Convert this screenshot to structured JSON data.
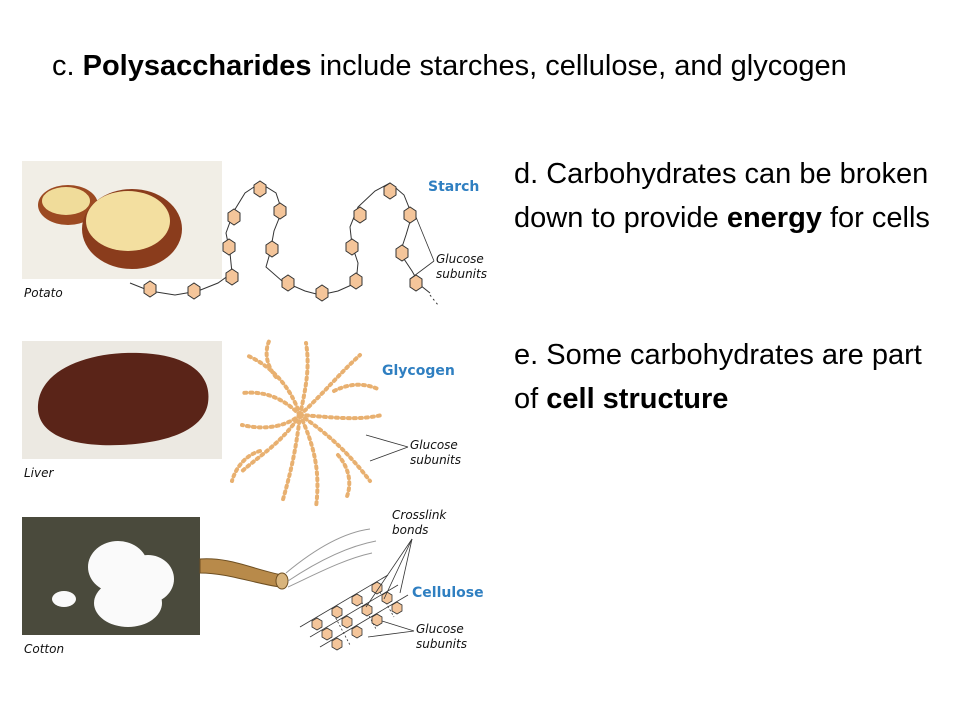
{
  "slide": {
    "item_c": {
      "prefix": "c. ",
      "bold": "Polysaccharides",
      "rest": " include starches, cellulose, and glycogen"
    },
    "item_d": {
      "line": "d. Carbohydrates can be broken down to provide ",
      "bold": "energy",
      "rest": " for cells"
    },
    "item_e": {
      "line": "e. Some carbohydrates are part of ",
      "bold": "cell structure"
    }
  },
  "figure": {
    "potato_caption": "Potato",
    "starch_title": "Starch",
    "starch_glucose_label_1": "Glucose",
    "starch_glucose_label_2": "subunits",
    "liver_caption": "Liver",
    "glycogen_title": "Glycogen",
    "glycogen_glucose_label_1": "Glucose",
    "glycogen_glucose_label_2": "subunits",
    "cotton_caption": "Cotton",
    "crosslink_label_1": "Crosslink",
    "crosslink_label_2": "bonds",
    "cellulose_title": "Cellulose",
    "cellulose_glucose_label_1": "Glucose",
    "cellulose_glucose_label_2": "subunits"
  },
  "colors": {
    "title_blue": "#2f7fc1",
    "glucose_fill": "#f4c59a",
    "potato_skin": "#9c4a22",
    "potato_flesh": "#f0dc9a",
    "liver": "#5a2418",
    "cotton_bg": "#4a4a3c"
  }
}
